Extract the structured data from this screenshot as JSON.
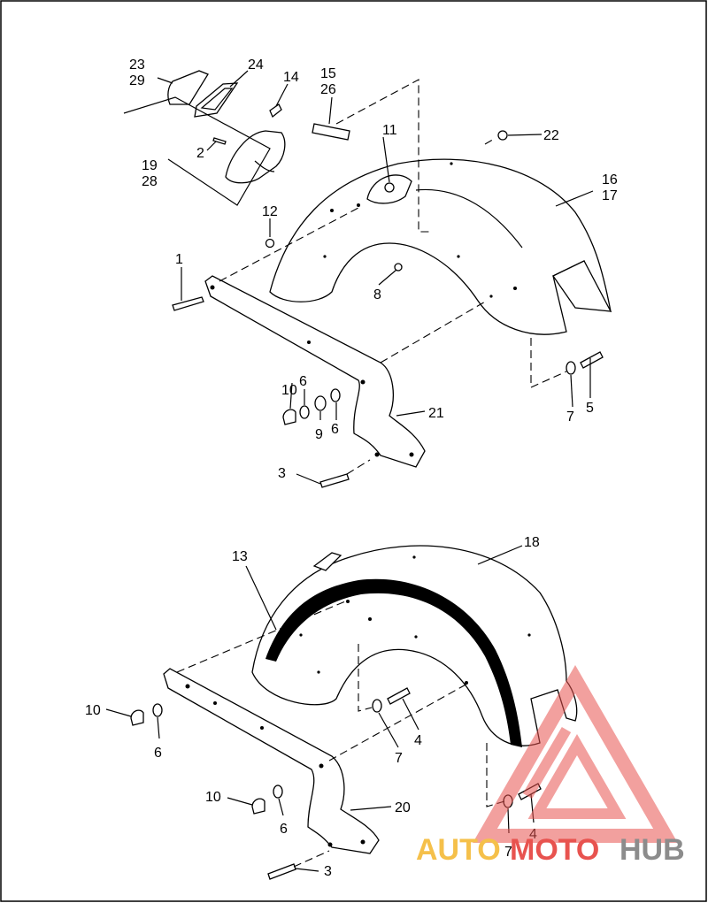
{
  "labels": {
    "l1": "1",
    "l2": "2",
    "l3a": "3",
    "l3b": "3",
    "l4a": "4",
    "l4b": "4",
    "l5": "5",
    "l6a": "6",
    "l6b": "6",
    "l6c": "6",
    "l6d": "6",
    "l7a": "7",
    "l7b": "7",
    "l7c": "7",
    "l8": "8",
    "l9": "9",
    "l10a": "10",
    "l10b": "10",
    "l10c": "10",
    "l11": "11",
    "l12": "12",
    "l13": "13",
    "l14": "14",
    "l15": "15",
    "l26": "26",
    "l16": "16",
    "l17": "17",
    "l18": "18",
    "l19": "19",
    "l28": "28",
    "l20": "20",
    "l21": "21",
    "l22": "22",
    "l23": "23",
    "l29": "29",
    "l24": "24"
  },
  "watermark": {
    "part1": "AUTO",
    "part2": "MOTO",
    "part3": "HUB",
    "colors": {
      "auto": "#f5c04a",
      "moto": "#e8534f",
      "hub": "#8c8c8c",
      "logo": "#e8534f"
    }
  }
}
